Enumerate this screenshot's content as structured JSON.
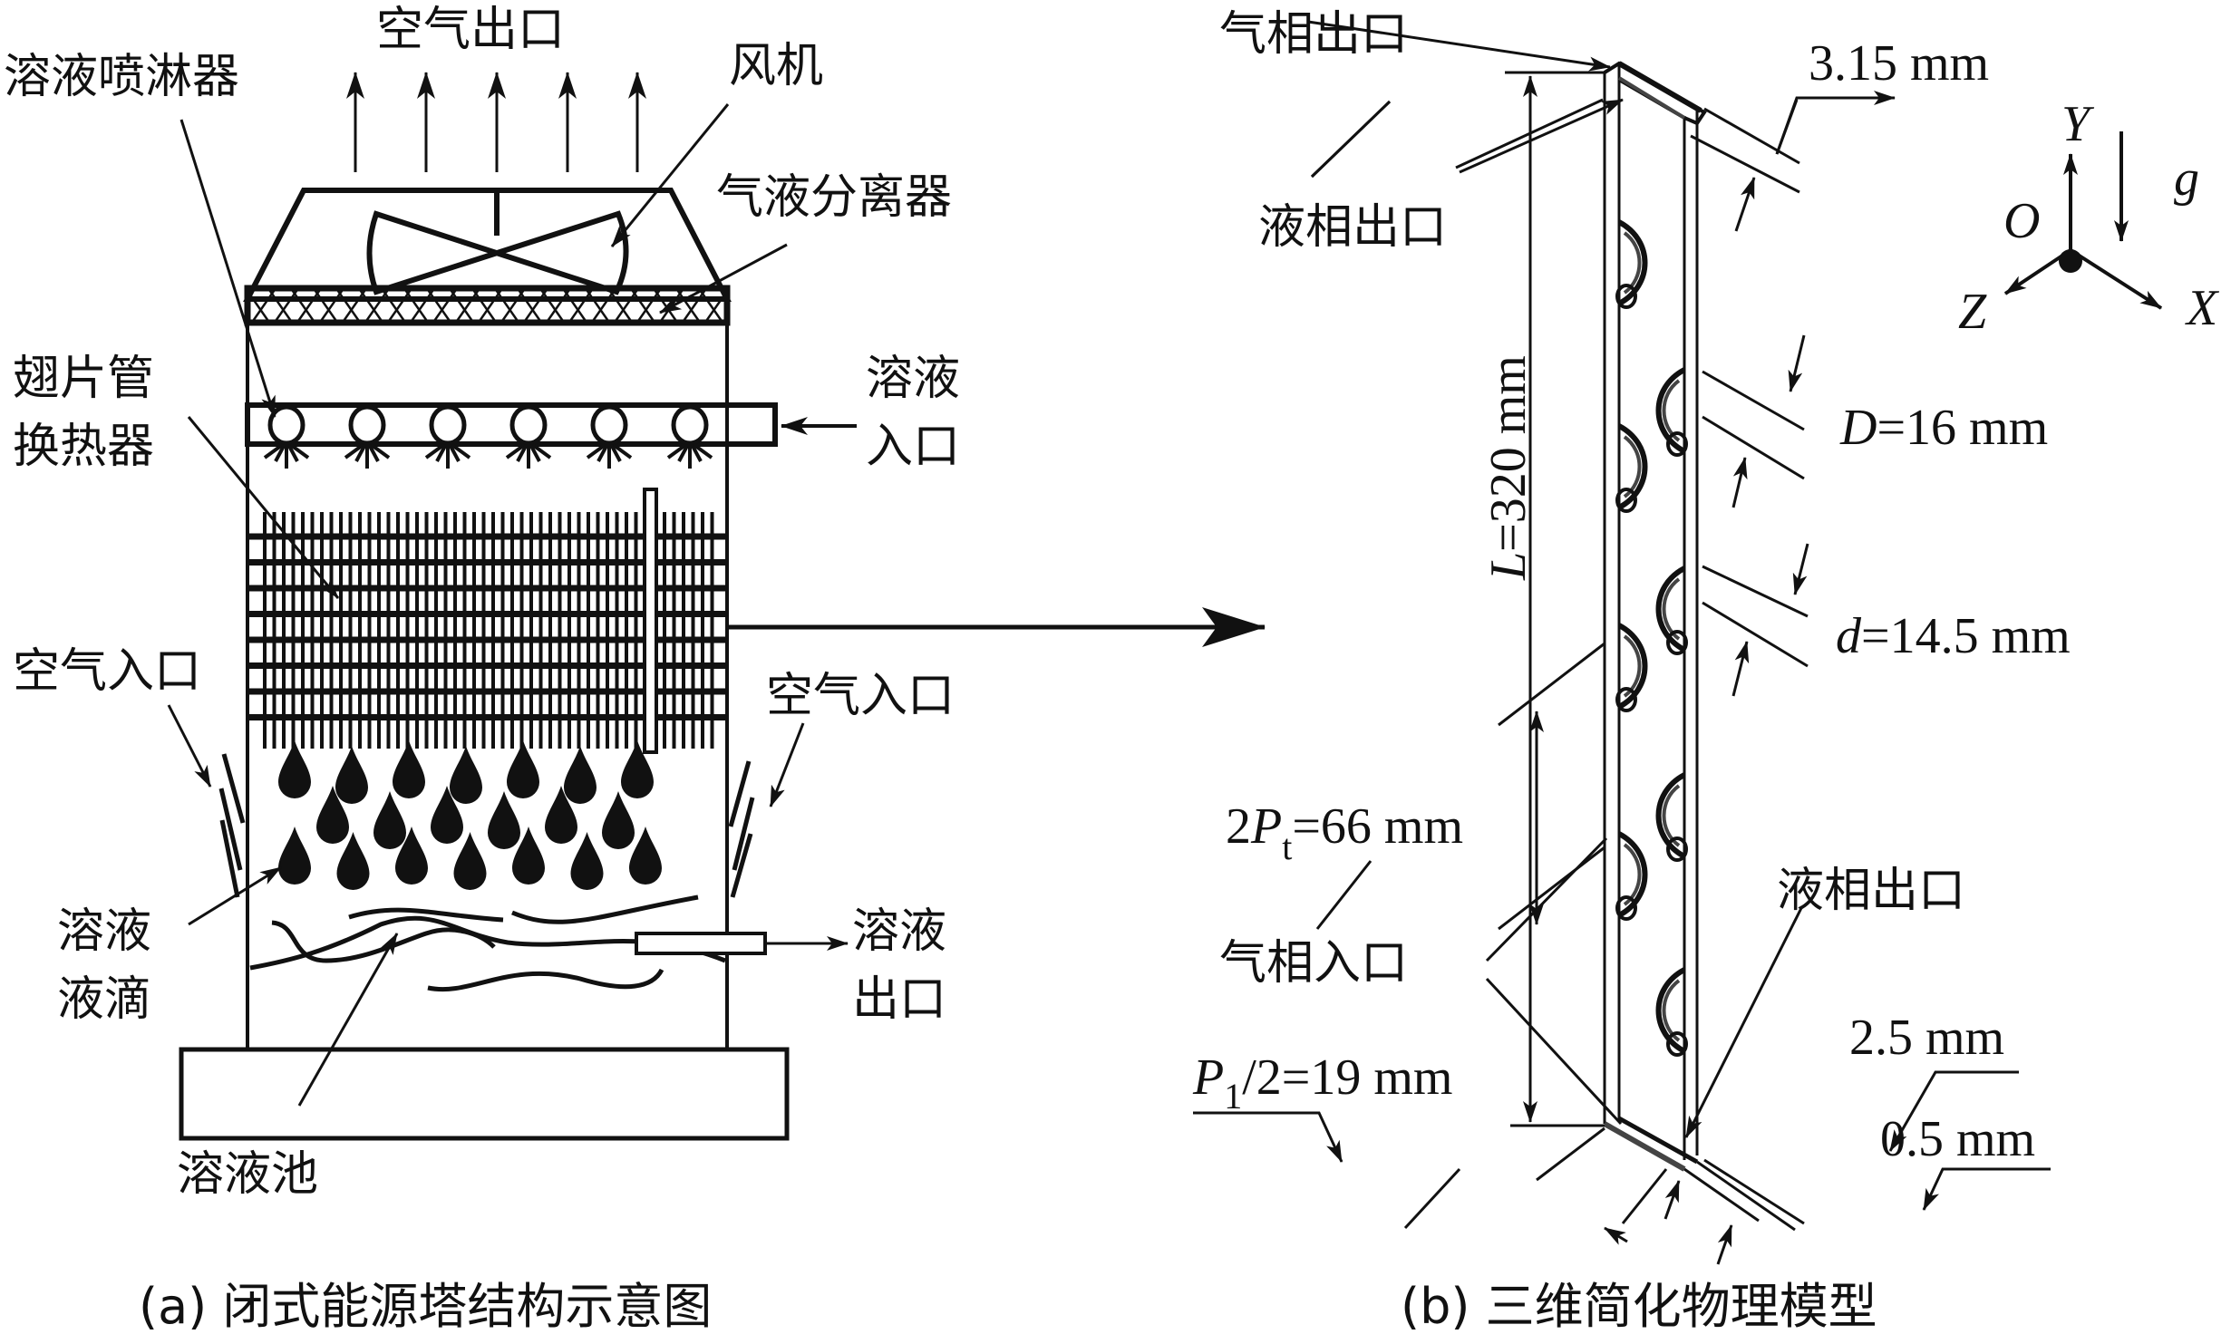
{
  "left_panel": {
    "caption": "(a) 闭式能源塔结构示意图",
    "labels": {
      "air_outlet": "空气出口",
      "fan": "风机",
      "solution_sprayer": "溶液喷淋器",
      "gas_liquid_separator": "气液分离器",
      "finned_tube_line1": "翅片管",
      "finned_tube_line2": "换热器",
      "solution_inlet_line1": "溶液",
      "solution_inlet_line2": "入口",
      "air_inlet_left": "空气入口",
      "air_inlet_right": "空气入口",
      "droplets_line1": "溶液",
      "droplets_line2": "液滴",
      "solution_outlet_line1": "溶液",
      "solution_outlet_line2": "出口",
      "solution_pool": "溶液池"
    },
    "sprayer_count": 6,
    "droplet_rows": [
      7,
      6,
      7
    ]
  },
  "right_panel": {
    "caption": "(b) 三维简化物理模型",
    "labels": {
      "gas_outlet": "气相出口",
      "liquid_outlet_top": "液相出口",
      "liquid_outlet_bottom": "液相出口",
      "gas_inlet": "气相入口"
    },
    "dimensions": {
      "gap_width": "3.15 mm",
      "outer_diameter_symbol": "D",
      "outer_diameter_value": "=16 mm",
      "inner_diameter_symbol": "d",
      "inner_diameter_value": "=14.5 mm",
      "length_symbol": "L",
      "length_value": "=320 mm",
      "pitch_prefix": "2",
      "pitch_symbol": "P",
      "pitch_sub": "t",
      "pitch_value": "=66 mm",
      "half_pitch_symbol": "P",
      "half_pitch_sub": "1",
      "half_pitch_value": "/2=19 mm",
      "thickness_outer": "2.5 mm",
      "thickness_inner": "0.5 mm"
    },
    "axes": {
      "origin": "O",
      "x": "X",
      "y": "Y",
      "z": "Z",
      "gravity": "g"
    },
    "tube_count_left": 4,
    "tube_count_right": 4
  }
}
